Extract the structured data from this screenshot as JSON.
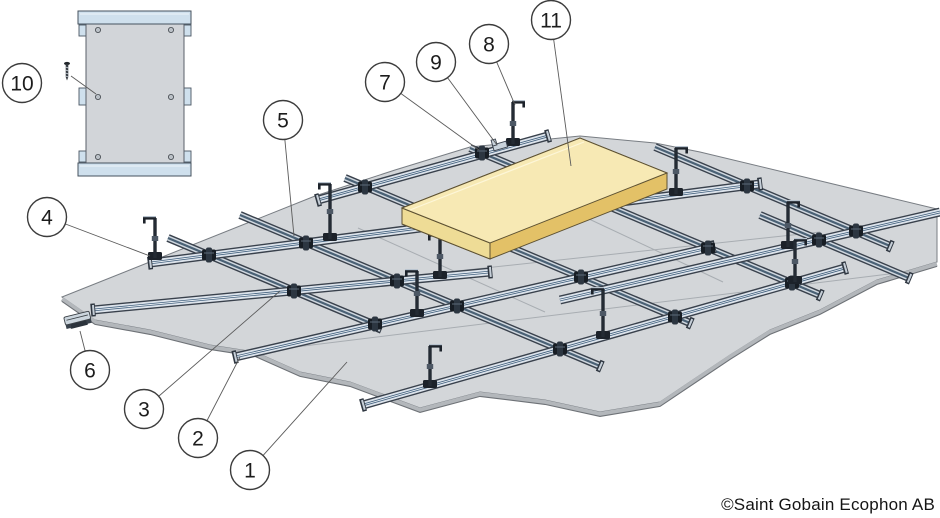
{
  "figure": {
    "description": "Suspended ceiling grid installation diagram",
    "copyright": "©Saint Gobain Ecophon AB"
  },
  "callouts": [
    {
      "label": "1"
    },
    {
      "label": "2"
    },
    {
      "label": "3"
    },
    {
      "label": "4"
    },
    {
      "label": "5"
    },
    {
      "label": "6"
    },
    {
      "label": "7"
    },
    {
      "label": "8"
    },
    {
      "label": "9"
    },
    {
      "label": "10"
    },
    {
      "label": "11"
    }
  ],
  "colors": {
    "background": "#ffffff",
    "plasterboard": "#d3d6d9",
    "plasterboard_edge": "#b3b7bb",
    "channel_light": "#dde4ec",
    "channel_dark": "#39414c",
    "channel_web": "#43617e",
    "cross_channel_light": "#cfd7df",
    "hardware_dark": "#1c222a",
    "insulation_top": "#f7e9b4",
    "insulation_side_left": "#eedc96",
    "insulation_side_right": "#e3c167",
    "detail_profile_blue": "#cfe0ed",
    "detail_panel": "#d2d5d9",
    "callout_text": "#1c1c1c",
    "leader_line": "#5a5a5a"
  }
}
